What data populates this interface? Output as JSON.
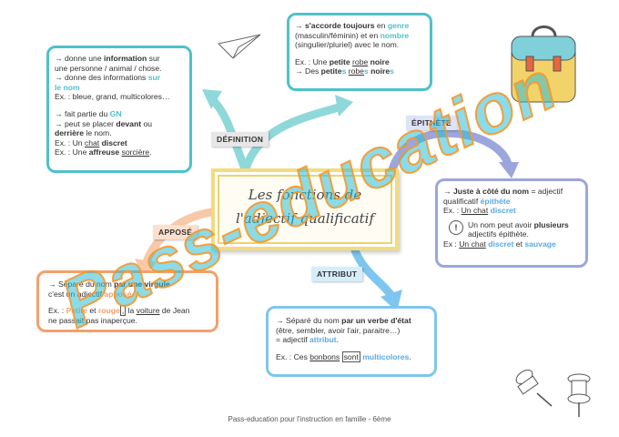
{
  "title": {
    "line1": "Les fonctions de",
    "line2": "l'adjectif qualificatif"
  },
  "tags": {
    "definition": "DÉFINITION",
    "epithete": "ÉPITHÈTE",
    "appose": "APPOSÉ",
    "attribut": "ATTRIBUT"
  },
  "definition_box": {
    "l1a": "→ donne une ",
    "l1b": "information",
    "l1c": " sur",
    "l2": "une personne / animal / chose.",
    "l3a": "→ donne des informations ",
    "l3b": "sur",
    "l4": "le nom",
    "l5": "Ex. : bleue, grand, multicolores…",
    "l6a": "→ fait partie du ",
    "l6b": "GN",
    "l7a": "→ peut se placer ",
    "l7b": "devant",
    "l7c": " ou",
    "l8a": "derrière",
    "l8b": " le nom.",
    "l9a": "Ex. : Un ",
    "l9b": "chat",
    "l9c": " ",
    "l9d": "discret",
    "l10a": "Ex. : Une ",
    "l10b": "affreuse",
    "l10c": " ",
    "l10d": "sorcière",
    "l10e": "."
  },
  "accord_box": {
    "l1a": "→ ",
    "l1b": "s'accorde toujours",
    "l1c": " en ",
    "l1d": "genre",
    "l2a": "(masculin/féminin) et en ",
    "l2b": "nombre",
    "l3": "(singulier/pluriel) avec le nom.",
    "l4a": "Ex. : Une ",
    "l4b": "petite",
    "l4c": " ",
    "l4d": "robe",
    "l4e": " ",
    "l4f": "noire",
    "l5a": "→ Des ",
    "l5b": "petite",
    "l5c": "s",
    "l5d": " ",
    "l5e": "robe",
    "l5f": "s",
    "l5g": " ",
    "l5h": "noire",
    "l5i": "s"
  },
  "epithete_box": {
    "l1a": "→  ",
    "l1b": "Juste à côté du nom",
    "l1c": " = adjectif",
    "l2a": "qualificatif ",
    "l2b": "épithète",
    "l3a": "Ex. : ",
    "l3b": "Un chat",
    "l3c": " ",
    "l3d": "discret",
    "warn": "!",
    "l4a": "Un nom peut avoir ",
    "l4b": "plusieurs",
    "l5": "adjectifs épithète.",
    "l6a": "Ex : ",
    "l6b": "Un chat",
    "l6c": " ",
    "l6d": "discret",
    "l6e": " et ",
    "l6f": "sauvage"
  },
  "appose_box": {
    "l1a": "→ Séparé du nom ",
    "l1b": "par une virgule",
    "l2a": "c'est un adjectif ",
    "l2b": "apposé",
    "l2c": ".",
    "l3a": "Ex. : ",
    "l3b": "Petite",
    "l3c": " et ",
    "l3d": "rouge",
    "l3e": ",",
    "l3f": " la ",
    "l3g": "voiture",
    "l3h": " de Jean",
    "l4": "ne passait pas inaperçue."
  },
  "attribut_box": {
    "l1a": "→ Séparé du nom ",
    "l1b": "par un verbe d'état",
    "l2": "(être, sembler, avoir l'air, paraitre…)",
    "l3a": "= adjectif ",
    "l3b": "attribut",
    "l3c": ".",
    "l4a": "Ex. : Ces ",
    "l4b": "bonbons",
    "l4c": " ",
    "l4d": "sont",
    "l4e": " ",
    "l4f": "multicolores",
    "l4g": "."
  },
  "watermark": "Pass-education",
  "footer": "Pass-education pour l'instruction en famille - 6ème",
  "colors": {
    "teal": "#4fc1c9",
    "orange": "#f4a06b",
    "blue": "#5aa9e6",
    "periwinkle": "#9aa6dc",
    "yellow": "#f2dc7f"
  }
}
